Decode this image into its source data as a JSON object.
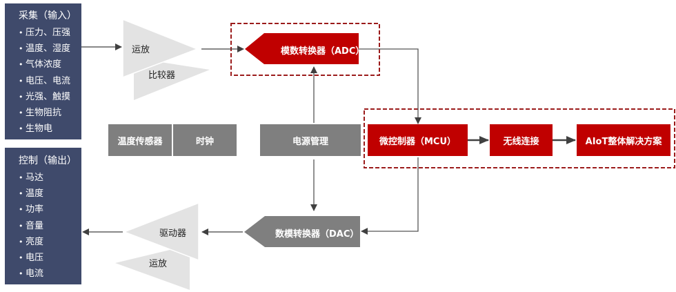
{
  "input_panel": {
    "title": "采集（输入）",
    "items": [
      "压力、压强",
      "温度、湿度",
      "气体浓度",
      "电压、电流",
      "光强、触摸",
      "生物阻抗",
      "生物电"
    ]
  },
  "output_panel": {
    "title": "控制（输出）",
    "items": [
      "马达",
      "温度",
      "功率",
      "音量",
      "亮度",
      "电压",
      "电流"
    ]
  },
  "amplifier_in": {
    "label": "运放"
  },
  "comparator": {
    "label": "比较器"
  },
  "adc": {
    "label": "模数转换器（ADC）"
  },
  "temp_sensor": {
    "label": "温度传感器"
  },
  "clock": {
    "label": "时钟"
  },
  "power_mgmt": {
    "label": "电源管理"
  },
  "mcu": {
    "label": "微控制器（MCU）"
  },
  "wireless": {
    "label": "无线连接"
  },
  "aiot": {
    "label": "AIoT整体解决方案"
  },
  "dac": {
    "label": "数模转换器（DAC）"
  },
  "driver": {
    "label": "驱动器"
  },
  "amplifier_out": {
    "label": "运放"
  },
  "colors": {
    "panel": "#3f4a6b",
    "accent_red": "#c00000",
    "gray_block": "#7f7f7f",
    "triangle": "#e3e3e3",
    "dash_border": "#9b1b1b"
  }
}
